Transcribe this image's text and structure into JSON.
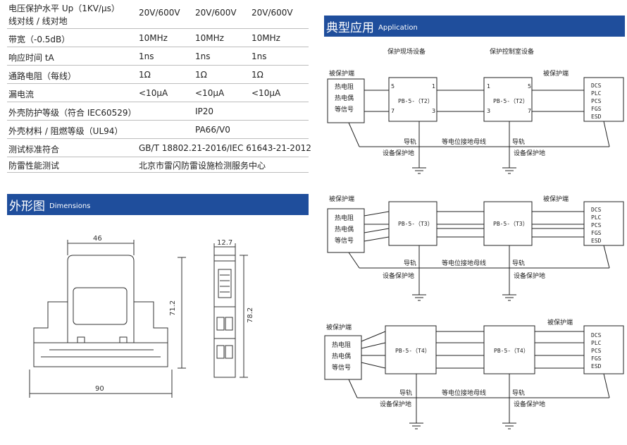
{
  "spec_rows": [
    {
      "label_line1": "电压保护水平 Up（1KV/μs）",
      "label_line2": "线对线 / 线对地",
      "v1": "20V/600V",
      "v2": "20V/600V",
      "v3": "20V/600V"
    },
    {
      "label": "带宽（-0.5dB）",
      "v1": "10MHz",
      "v2": "10MHz",
      "v3": "10MHz"
    },
    {
      "label": "响应时间 tA",
      "v1": "1ns",
      "v2": "1ns",
      "v3": "1ns"
    },
    {
      "label": "通路电阻（每线）",
      "v1": "1Ω",
      "v2": "1Ω",
      "v3": "1Ω"
    },
    {
      "label": "漏电流",
      "v1": "<10μA",
      "v2": "<10μA",
      "v3": "<10μA"
    },
    {
      "label": "外壳防护等级（符合 IEC60529）",
      "v": "IP20"
    },
    {
      "label": "外壳材料 / 阻燃等级（UL94）",
      "v": "PA66/V0"
    },
    {
      "label": "测试标准符合",
      "v": "GB/T 18802.21-2016/IEC 61643-21-2012"
    },
    {
      "label": "防雷性能测试",
      "v": "北京市雷闪防雷设施检测服务中心"
    }
  ],
  "dimensions_header": {
    "zh": "外形图",
    "en": "Dimensions"
  },
  "dimensions": {
    "width_top": "46",
    "height_inner": "71.2",
    "width_bottom": "90",
    "depth": "12.7",
    "height_side": "78.2"
  },
  "application_header": {
    "zh": "典型应用",
    "en": "Application"
  },
  "diagrams": {
    "protected_end": "被保护端",
    "field_device": "保护现场设备",
    "control_device": "保护控制室设备",
    "sensor_lines": [
      "热电阻",
      "热电偶",
      "等信号"
    ],
    "rail": "导轨",
    "equipotential": "等电位接地母线",
    "equipment_ground": "设备保护地",
    "systems": [
      "DCS",
      "PLC",
      "PCS",
      "FGS",
      "ESD"
    ],
    "model_t2": "PB-5-（T2）",
    "model_t3": "PB-5-（T3）",
    "model_t4": "PB-5-（T4）"
  }
}
